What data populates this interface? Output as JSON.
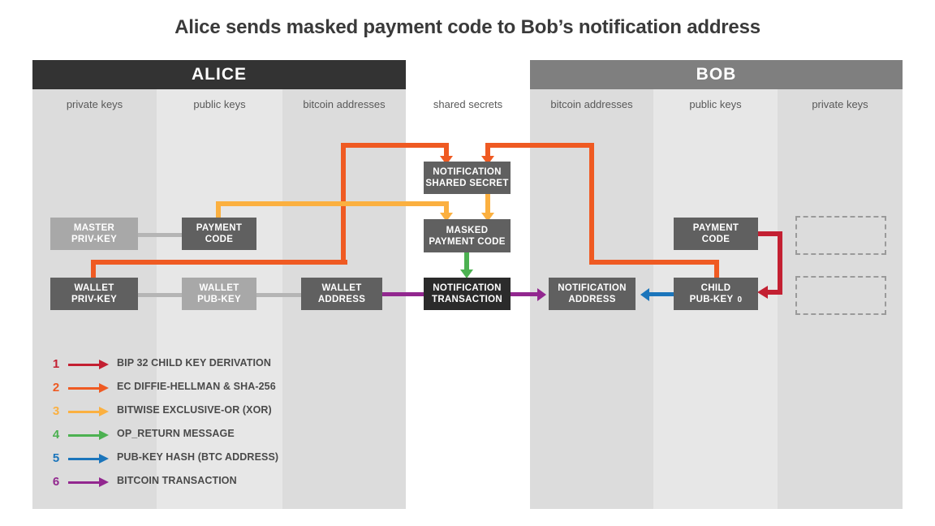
{
  "title": "Alice sends masked payment code to Bob’s notification address",
  "parties": [
    {
      "name": "ALICE",
      "color": "#333333"
    },
    {
      "name": "BOB",
      "color": "#7f7f7f"
    }
  ],
  "columns": [
    {
      "caption": "private keys"
    },
    {
      "caption": "public keys"
    },
    {
      "caption": "bitcoin addresses"
    },
    {
      "caption": "shared secrets"
    },
    {
      "caption": "bitcoin addresses"
    },
    {
      "caption": "public keys"
    },
    {
      "caption": "private keys"
    }
  ],
  "nodes": [
    {
      "id": "master-priv-key",
      "line1": "MASTER",
      "line2": "PRIV-KEY"
    },
    {
      "id": "alice-payment-code",
      "line1": "PAYMENT",
      "line2": "CODE"
    },
    {
      "id": "wallet-priv-key",
      "line1": "WALLET",
      "line2": "PRIV-KEY"
    },
    {
      "id": "wallet-pub-key",
      "line1": "WALLET",
      "line2": "PUB-KEY"
    },
    {
      "id": "wallet-address",
      "line1": "WALLET",
      "line2": "ADDRESS"
    },
    {
      "id": "notification-shared-secret",
      "line1": "NOTIFICATION",
      "line2": "SHARED SECRET"
    },
    {
      "id": "masked-payment-code",
      "line1": "MASKED",
      "line2": "PAYMENT CODE"
    },
    {
      "id": "notification-transaction",
      "line1": "NOTIFICATION",
      "line2": "TRANSACTION"
    },
    {
      "id": "notification-address",
      "line1": "NOTIFICATION",
      "line2": "ADDRESS"
    },
    {
      "id": "bob-payment-code",
      "line1": "PAYMENT",
      "line2": "CODE"
    },
    {
      "id": "child-pub-key-0",
      "line1": "CHILD",
      "line2": "PUB-KEY",
      "suffix": "0"
    }
  ],
  "legend": [
    {
      "num": "1",
      "label": "BIP 32 CHILD KEY DERIVATION",
      "color": "#c32032"
    },
    {
      "num": "2",
      "label": "EC DIFFIE-HELLMAN & SHA-256",
      "color": "#ef5a22"
    },
    {
      "num": "3",
      "label": "BITWISE EXCLUSIVE-OR (XOR)",
      "color": "#fbb040"
    },
    {
      "num": "4",
      "label": "OP_RETURN MESSAGE",
      "color": "#4cb151"
    },
    {
      "num": "5",
      "label": "PUB-KEY HASH (BTC ADDRESS)",
      "color": "#1b75bb"
    },
    {
      "num": "6",
      "label": "BITCOIN TRANSACTION",
      "color": "#92278f"
    }
  ],
  "palette": {
    "box_dark": "#606060",
    "box_light": "#a8a8a8",
    "box_black": "#2b2b2b",
    "band_dark": "#dcdcdc",
    "band_light": "#e7e7e7",
    "grey_connector": "#b5b5b5",
    "ghost_border": "#9a9a9a",
    "red": "#c32032",
    "orange": "#ef5a22",
    "yellow": "#fbb040",
    "green": "#4cb151",
    "blue": "#1b75bb",
    "purple": "#92278f"
  }
}
